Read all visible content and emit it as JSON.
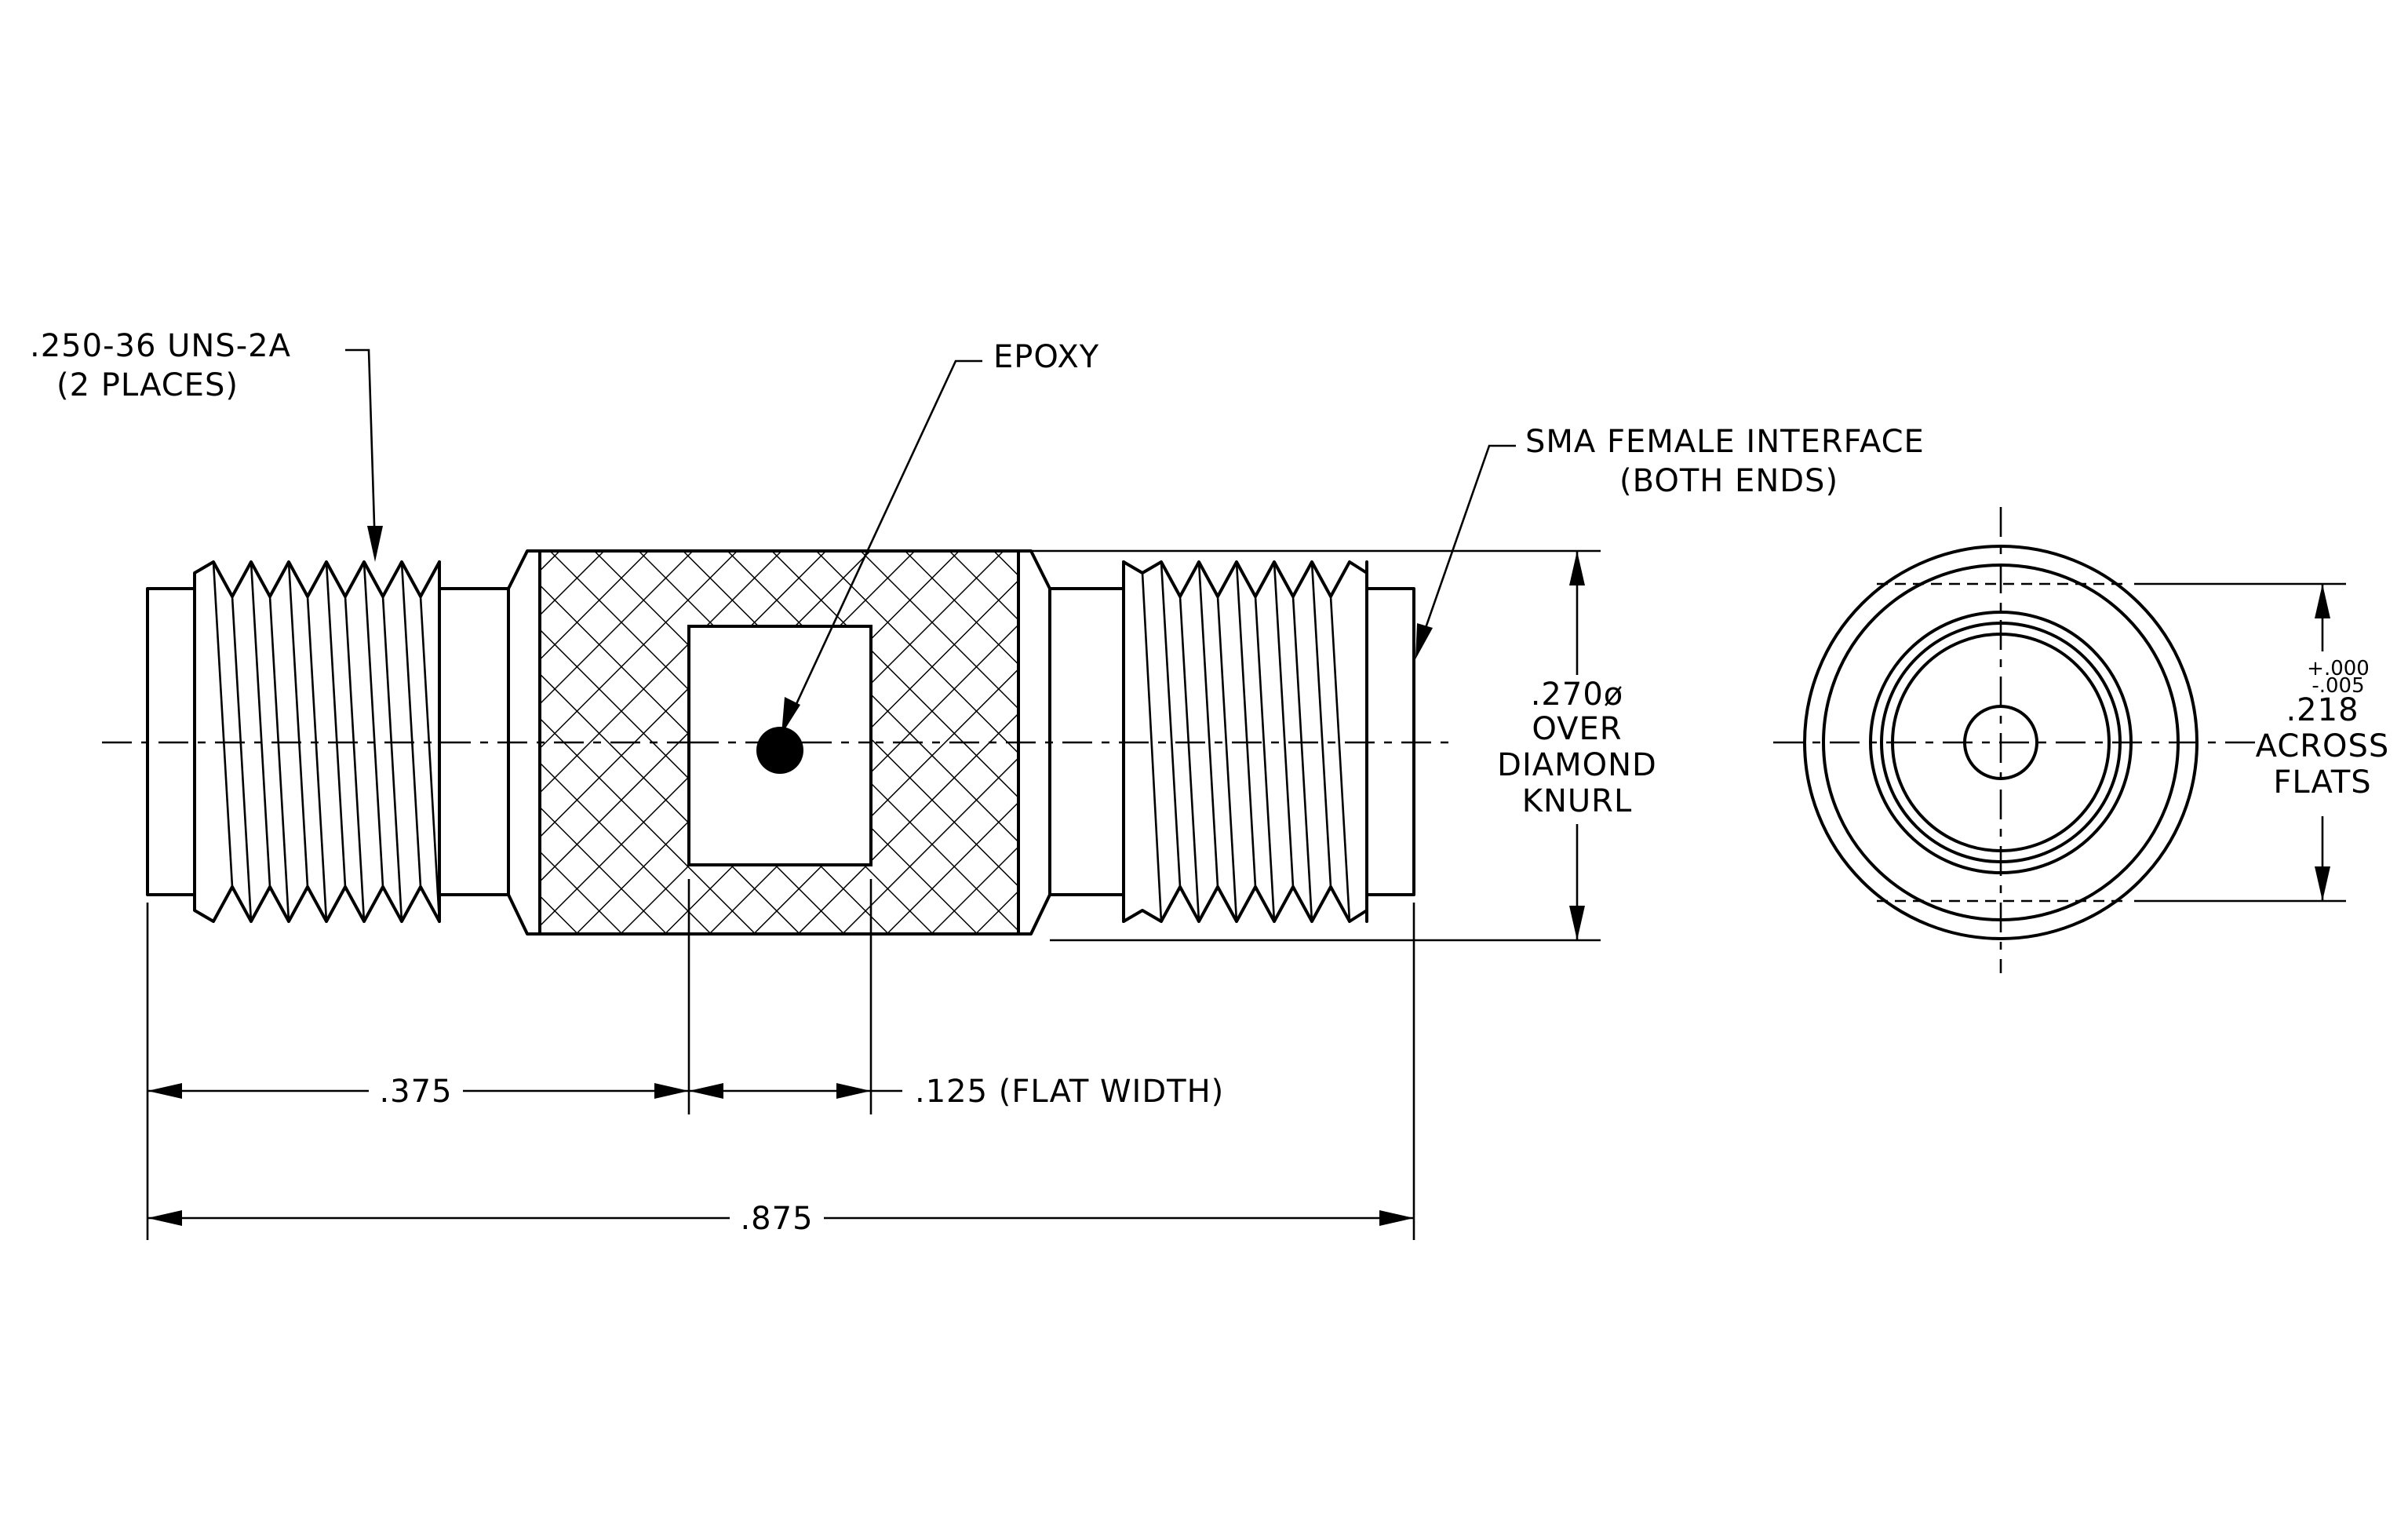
{
  "labels": {
    "thread_spec": ".250-36 UNS-2A",
    "thread_places": "(2 PLACES)",
    "epoxy": "EPOXY",
    "sma_line1": "SMA FEMALE INTERFACE",
    "sma_line2": "(BOTH ENDS)",
    "knurl_dia": ".270ø",
    "knurl_over": "OVER",
    "knurl_diamond": "DIAMOND",
    "knurl_knurl": "KNURL",
    "tol_plus": "+.000",
    "tol_minus": "-.005",
    "flats_value": ".218",
    "flats_across": "ACROSS",
    "flats_flats": "FLATS",
    "dim_375": ".375",
    "dim_125": ".125 (FLAT WIDTH)",
    "dim_875": ".875"
  }
}
